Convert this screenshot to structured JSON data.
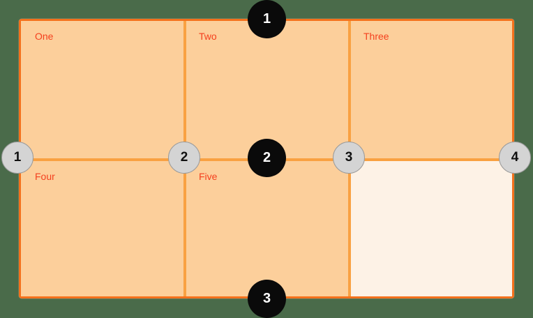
{
  "diagram": {
    "title": "grid-layout-diagram",
    "background_color": "#4a6b4a",
    "frame": {
      "border_color": "#f4711c",
      "fill_color": "#fccf9b",
      "empty_fill_color": "#fdf2e6",
      "divider_color": "#f9a142",
      "label_color": "#f4401e"
    },
    "cells": [
      {
        "label": "One",
        "col": 1,
        "row": 1,
        "empty": false
      },
      {
        "label": "Two",
        "col": 2,
        "row": 1,
        "empty": false
      },
      {
        "label": "Three",
        "col": 3,
        "row": 1,
        "empty": false
      },
      {
        "label": "Four",
        "col": 1,
        "row": 2,
        "empty": false
      },
      {
        "label": "Five",
        "col": 2,
        "row": 2,
        "empty": false
      },
      {
        "label": "",
        "col": 3,
        "row": 2,
        "empty": true
      }
    ],
    "column_handles": [
      {
        "label": "1",
        "style": "grey"
      },
      {
        "label": "2",
        "style": "grey"
      },
      {
        "label": "3",
        "style": "grey"
      },
      {
        "label": "4",
        "style": "grey"
      }
    ],
    "row_markers": [
      {
        "label": "1",
        "style": "black",
        "position": "top"
      },
      {
        "label": "2",
        "style": "black",
        "position": "middle"
      },
      {
        "label": "3",
        "style": "black",
        "position": "bottom"
      }
    ]
  }
}
